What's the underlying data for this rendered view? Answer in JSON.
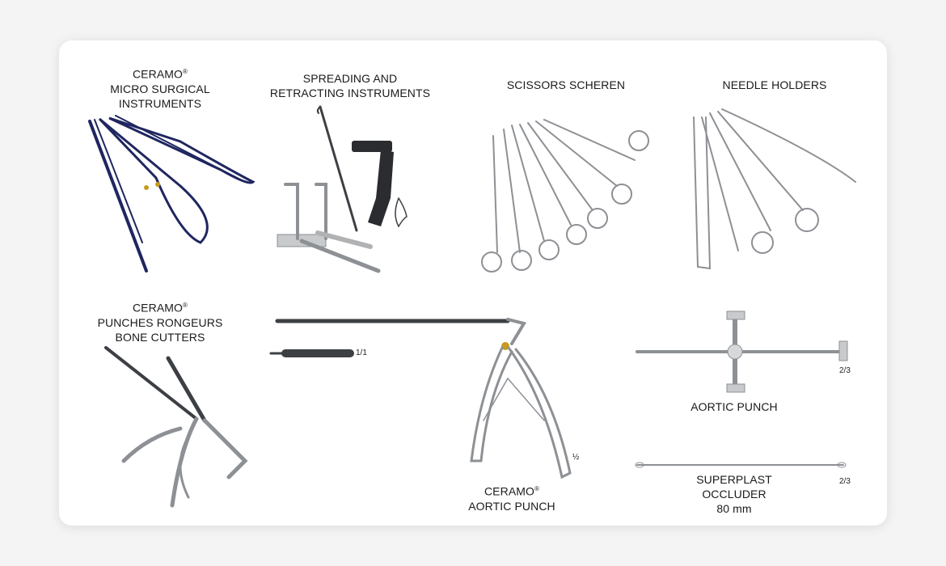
{
  "panels": {
    "micro": {
      "line1": "CERAMO",
      "reg": "®",
      "line2": "MICRO SURGICAL",
      "line3": "INSTRUMENTS"
    },
    "spreading": {
      "line1": "SPREADING AND",
      "line2": "RETRACTING INSTRUMENTS"
    },
    "scissors": {
      "line1": "SCISSORS SCHEREN"
    },
    "needle": {
      "line1": "NEEDLE HOLDERS"
    },
    "punches": {
      "line1": "CERAMO",
      "reg": "®",
      "line2": "PUNCHES RONGEURS",
      "line3": "BONE CUTTERS"
    },
    "ceramo_aortic": {
      "line1": "CERAMO",
      "reg": "®",
      "line2": "AORTIC PUNCH",
      "scale_full": "1/1",
      "scale_half": "½"
    },
    "aortic": {
      "line1": "AORTIC PUNCH",
      "scale": "2/3"
    },
    "superplast": {
      "line1": "SUPERPLAST",
      "line2": "OCCLUDER",
      "line3": "80 mm",
      "scale": "2/3"
    }
  },
  "colors": {
    "steel": "#8d9094",
    "dark_steel": "#3c3f44",
    "blue_instrument": "#1f2660",
    "gold": "#c79a1e"
  },
  "icons": [
    "micro-forceps-icon",
    "retractor-icon",
    "scissors-icon",
    "needle-holder-icon",
    "rongeur-icon",
    "aortic-punch-icon",
    "occluder-icon"
  ]
}
